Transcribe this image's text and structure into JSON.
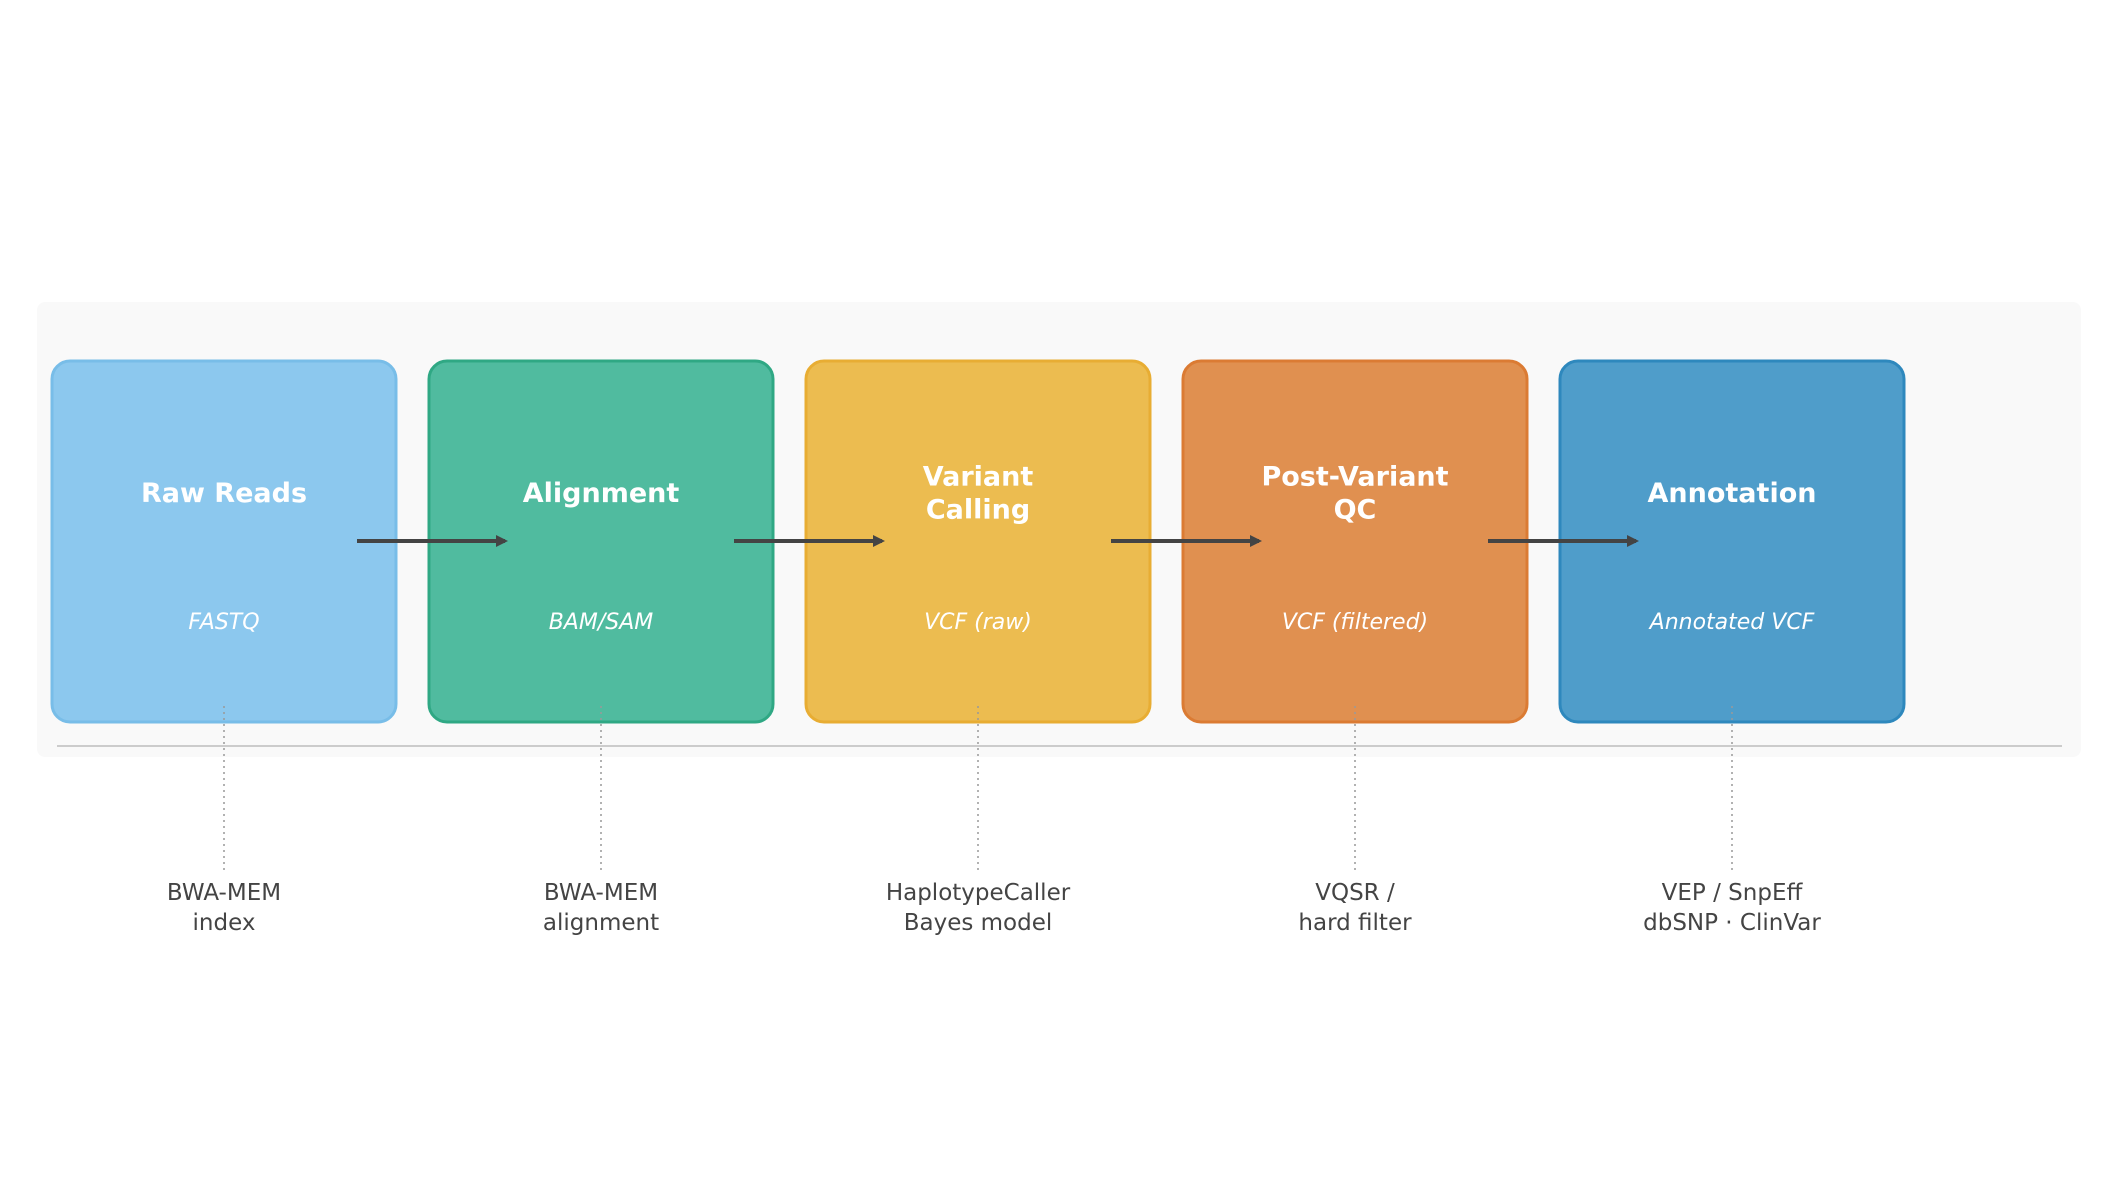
{
  "stages": [
    {
      "title_lines": [
        "Raw Reads"
      ],
      "format": "FASTQ",
      "tool_lines": [
        "BWA-MEM",
        "index"
      ],
      "fill": "#8cc8ee",
      "stroke": "#78bde8"
    },
    {
      "title_lines": [
        "Alignment"
      ],
      "format": "BAM/SAM",
      "tool_lines": [
        "BWA-MEM",
        "alignment"
      ],
      "fill": "#50bb9f",
      "stroke": "#2fa884"
    },
    {
      "title_lines": [
        "Variant",
        "Calling"
      ],
      "format": "VCF (raw)",
      "tool_lines": [
        "HaplotypeCaller",
        "Bayes model"
      ],
      "fill": "#ecbc50",
      "stroke": "#e8ad33"
    },
    {
      "title_lines": [
        "Post-Variant",
        "QC"
      ],
      "format": "VCF (filtered)",
      "tool_lines": [
        "VQSR /",
        "hard filter"
      ],
      "fill": "#e09050",
      "stroke": "#db7b33"
    },
    {
      "title_lines": [
        "Annotation"
      ],
      "format": "Annotated VCF",
      "tool_lines": [
        "VEP / SnpEff",
        "dbSNP · ClinVar"
      ],
      "fill": "#4f9dca",
      "stroke": "#2e88bd"
    }
  ],
  "colors": {
    "panel_background": "#f9f9f9",
    "baseline": "#cccccc",
    "arrow": "#444444",
    "connector": "#999999"
  }
}
